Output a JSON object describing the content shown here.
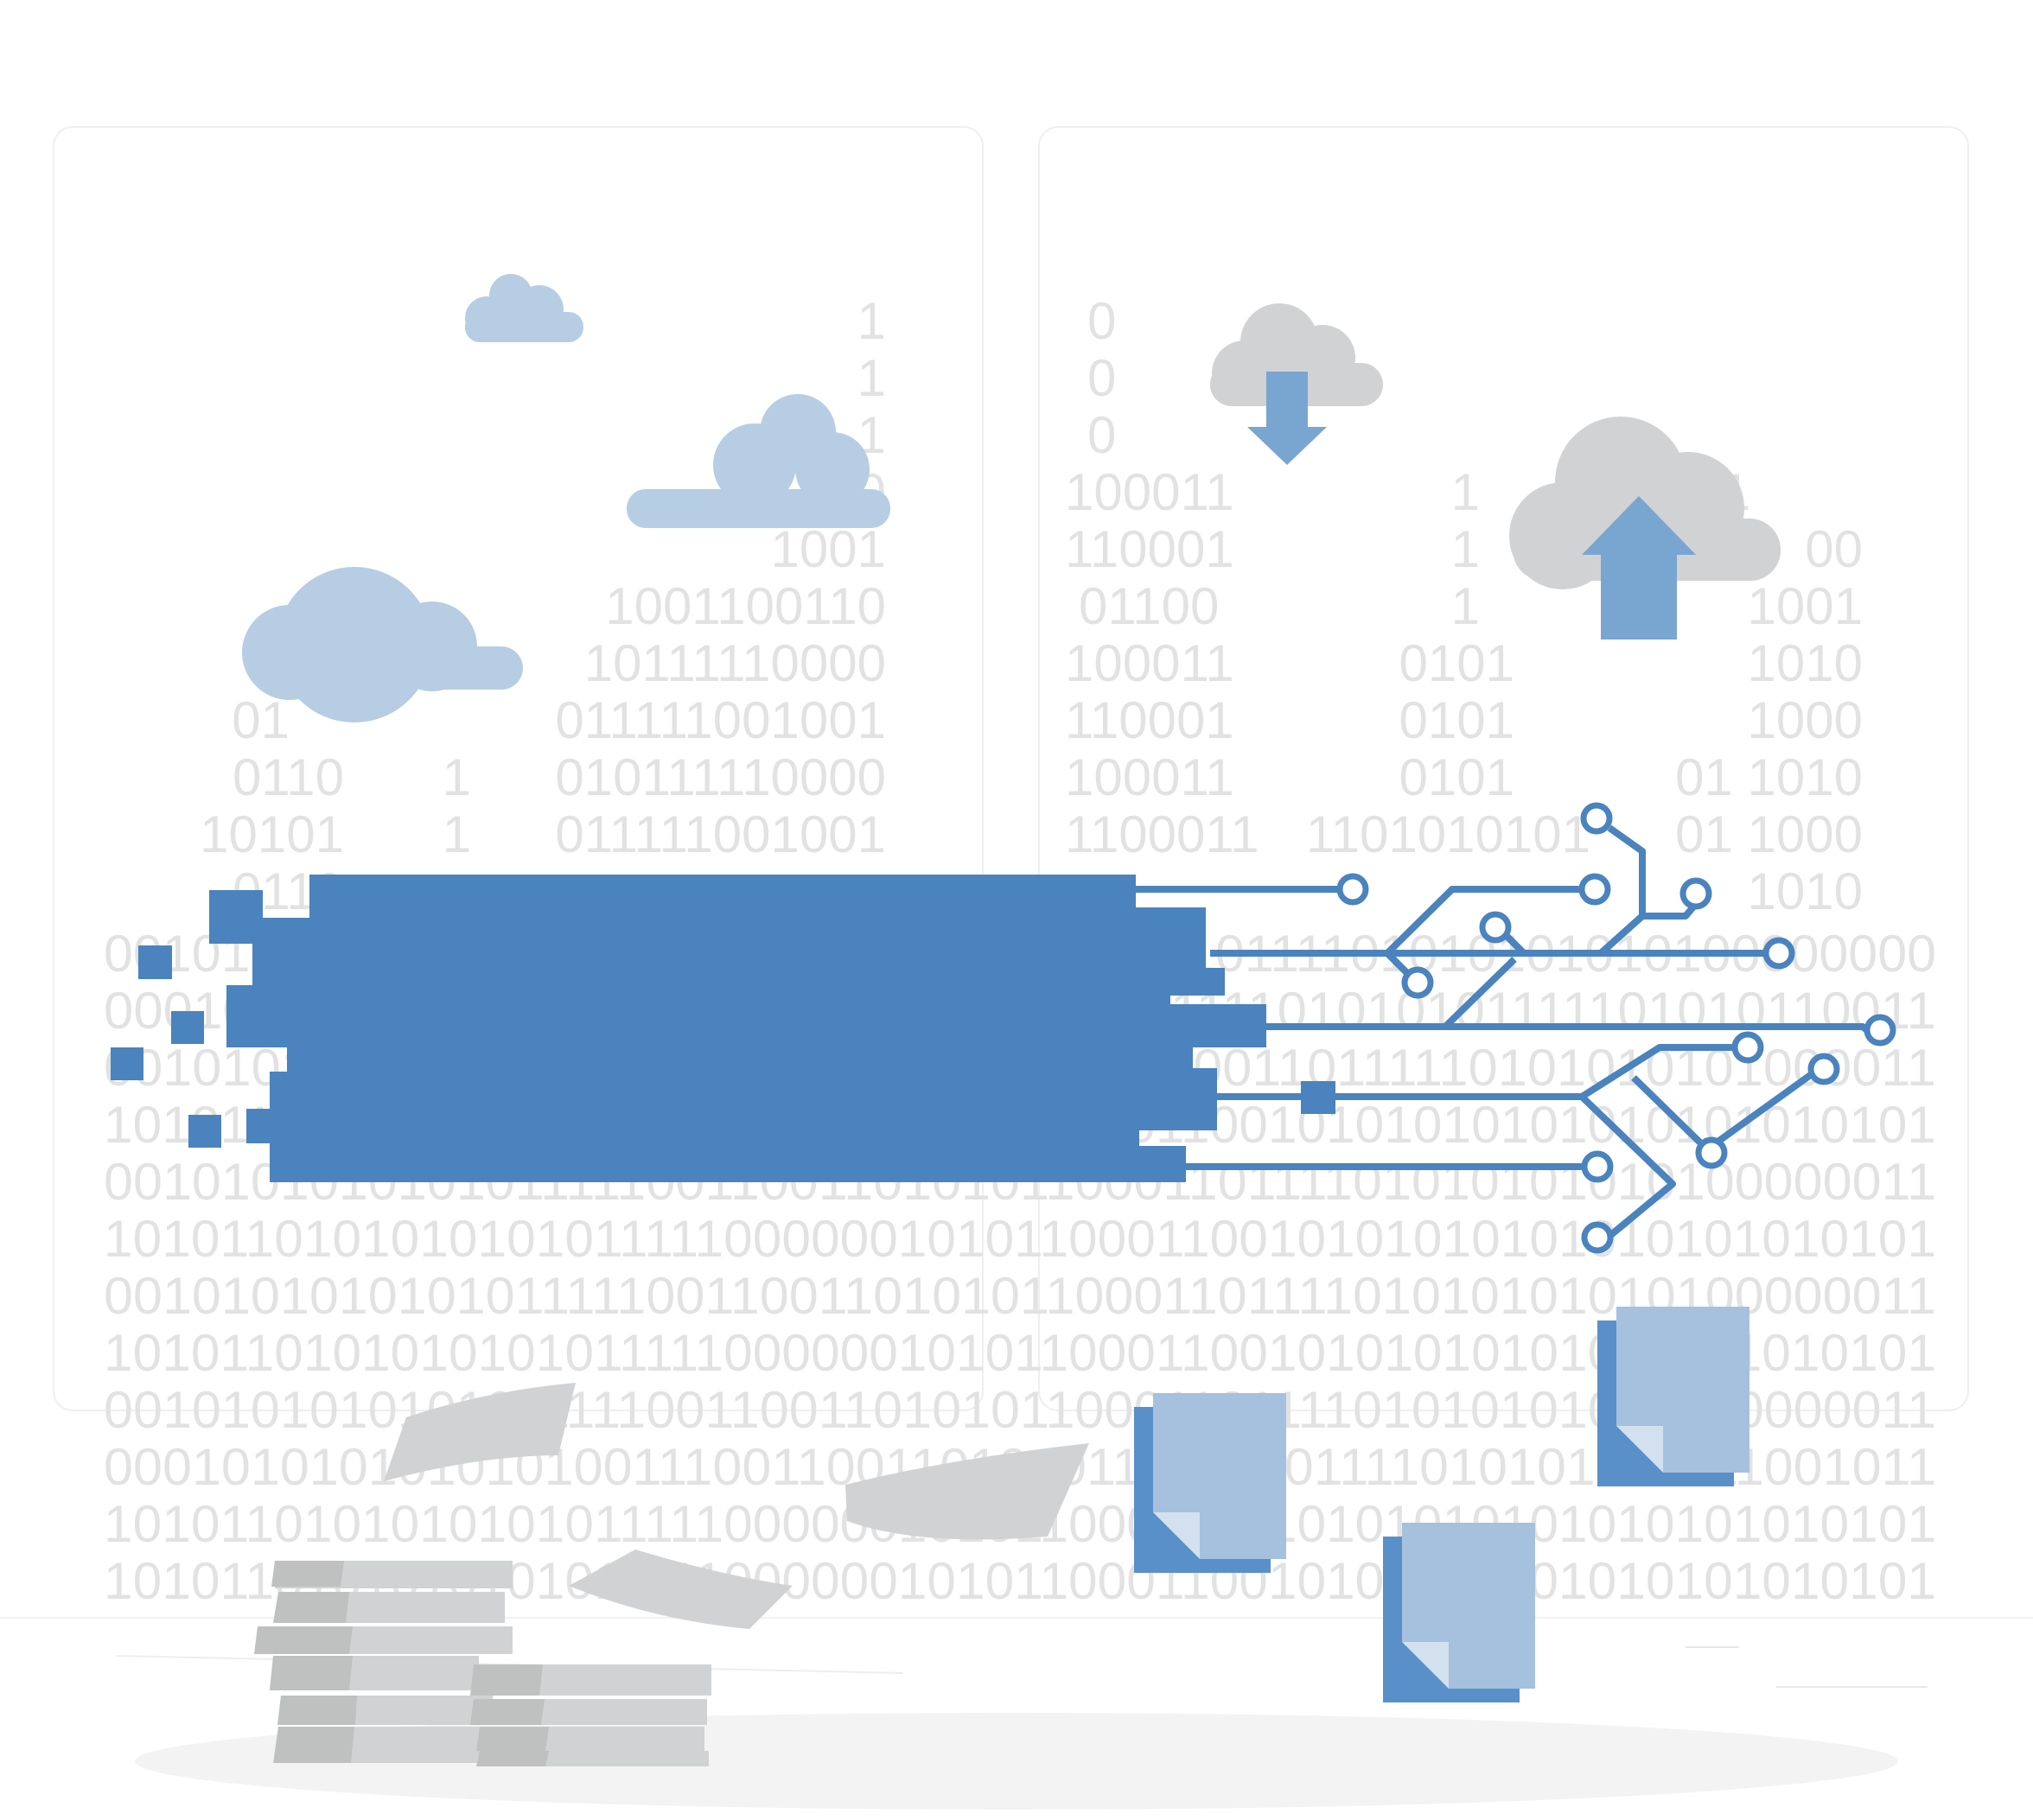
{
  "colors": {
    "panel_stroke": "#efefef",
    "binary_gray": "#e2e2e2",
    "cloud_blue": "#b7cde3",
    "cloud_gray": "#d1d2d4",
    "banner_blue": "#4a83bd",
    "circuit_blue": "#4a83bd",
    "arrow_blue": "#79a5d1",
    "doc_dark": "#5a90c9",
    "doc_light": "#a6c1de",
    "doc_fold": "#d3e0ee",
    "paper_gray": "#d1d2d4",
    "paper_dark": "#bfc1c0",
    "shadow": "#f3f3f3"
  },
  "binary": {
    "left_col": [
      "1",
      "1",
      "1",
      "0",
      "1001",
      "1001100110",
      "10111110000",
      "011111001001",
      "010111110000",
      "011111001001"
    ],
    "left_small_a": [
      "01",
      "0110",
      "10101",
      "0110"
    ],
    "left_small_b": [
      "1",
      "1"
    ],
    "right_col_a": [
      "0",
      "0",
      "0",
      "100011",
      "110001",
      "01100",
      "100011",
      "110001",
      "100011",
      "1100011"
    ],
    "right_col_b": [
      "1",
      "1",
      "1",
      "0101",
      "0101",
      "0101",
      "1101010101"
    ],
    "right_col_c": [
      "1",
      "00",
      "1001",
      "1010",
      "1000",
      "01 1010",
      "01 1000",
      "1010"
    ],
    "bottom_rows": [
      "0010101010101011111001100110101011000110111101010101010100000000",
      "0001010111101010111011010101010111010111101010101111101010110011",
      "0010101101010101011111001100110101011000110111110101010101000011",
      "1010110101010101011111000000101011000110010101010101010101010101",
      "0010101010101011111001100110101011000110111101010101010100000011",
      "1010110101010101011111000000101011000110010101010101010101010101",
      "0010101010101011111001100110101011000110111101010101010100000011",
      "1010110101010101011111000000101011000110010101010101010101010101",
      "0010101010101011111001100110101011000110111101010101010100000011",
      "0001010101010101001110011001101010110001101111010101010111001011",
      "1010110101010101011111000000101011000110010101010101010101010101"
    ]
  },
  "icons": {
    "cloud_download": "cloud-download-icon",
    "cloud_upload": "cloud-upload-icon",
    "document": "document-icon",
    "paper_stack": "paper-stack-icon"
  }
}
